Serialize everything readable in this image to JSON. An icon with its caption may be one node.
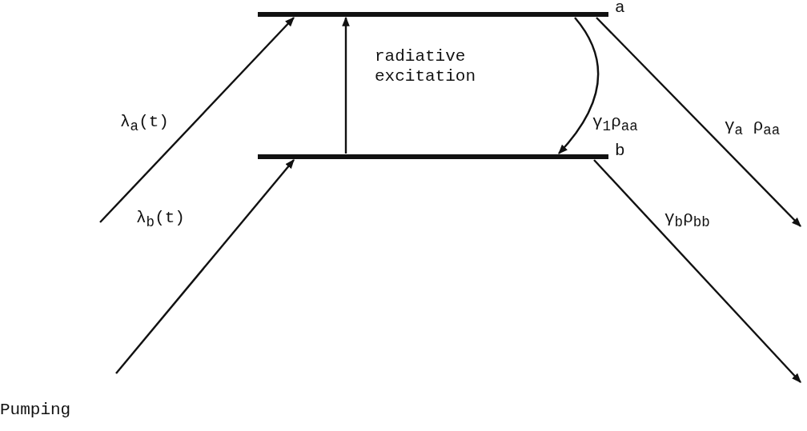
{
  "diagram": {
    "nodes": [
      {
        "text": [],
        "shape": "bar",
        "beside": [
          "a"
        ]
      },
      {
        "text": [],
        "shape": "bar",
        "beside": [
          "b"
        ]
      }
    ],
    "edges": [
      {
        "from": null,
        "to": 0,
        "arrow": "to",
        "label": "λ$_{a}$(t)"
      },
      {
        "from": null,
        "to": 1,
        "arrow": "to",
        "label": "λ$_{b}$(t)"
      },
      {
        "from": 1,
        "to": 0,
        "arrow": "to",
        "label": "radiative excitation"
      },
      {
        "from": 0,
        "to": 1,
        "arrow": "to",
        "label": "γ$_{1}$ρ$_{aa}$"
      },
      {
        "from": 0,
        "to": null,
        "arrow": "to",
        "label": "γ$_{a}$ ρ$_{aa}$"
      },
      {
        "from": 1,
        "to": null,
        "arrow": "to",
        "label": "γ$_{b}$ρ$_{bb}$"
      }
    ],
    "labels": [
      "Pumping"
    ]
  }
}
